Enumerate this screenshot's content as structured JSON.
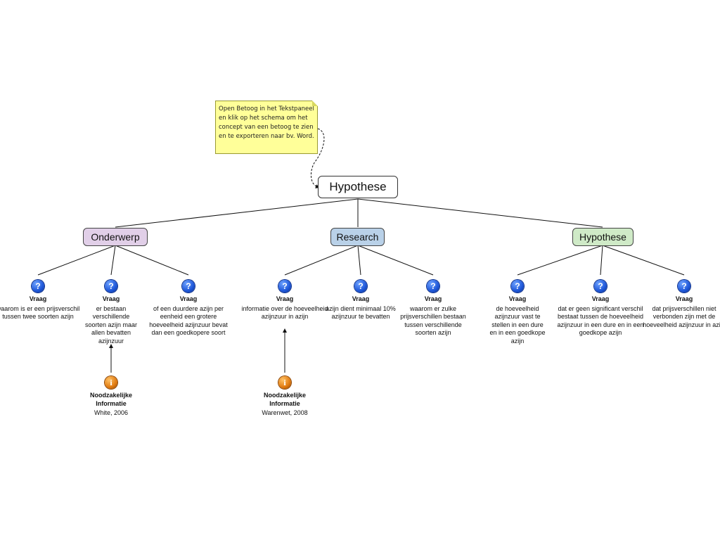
{
  "note": {
    "text": "Open Betoog in het Tekstpaneel en klik op het schema om het concept van een betoog te zien en te exporteren naar bv. Word."
  },
  "root": {
    "label": "Hypothese"
  },
  "colors": {
    "onderwerp": "#e1cfe8",
    "research": "#b9d1e8",
    "hypothese": "#cfeac7",
    "question_icon": "#1d56d8",
    "info_icon": "#e07a10",
    "note_bg": "#ffff99"
  },
  "branches": [
    {
      "label": "Onderwerp",
      "questions": [
        {
          "type": "Vraag",
          "text": "waarom is er een prijsverschil tussen twee soorten azijn"
        },
        {
          "type": "Vraag",
          "text": "er bestaan verschillende soorten azijn maar allen bevatten azijnzuur"
        },
        {
          "type": "Vraag",
          "text": "of een duurdere azijn per eenheid een grotere hoeveelheid azijnzuur bevat dan een goedkopere soort"
        }
      ],
      "info": {
        "type": "Noodzakelijke Informatie",
        "source": "White, 2006"
      }
    },
    {
      "label": "Research",
      "questions": [
        {
          "type": "Vraag",
          "text": "informatie over de hoeveelheid azijnzuur in azijn"
        },
        {
          "type": "Vraag",
          "text": "azijn dient minimaal 10% azijnzuur te bevatten"
        },
        {
          "type": "Vraag",
          "text": "waarom er zulke prijsverschillen bestaan tussen verschillende soorten azijn"
        }
      ],
      "info": {
        "type": "Noodzakelijke Informatie",
        "source": "Warenwet, 2008"
      }
    },
    {
      "label": "Hypothese",
      "questions": [
        {
          "type": "Vraag",
          "text": "de hoeveelheid azijnzuur vast te stellen in een dure en in een goedkope azijn"
        },
        {
          "type": "Vraag",
          "text": "dat er geen significant verschil bestaat tussen de hoeveelheid azijnzuur in een dure en in een goedkope azijn"
        },
        {
          "type": "Vraag",
          "text": "dat prijsverschillen niet verbonden zijn met de hoeveelheid azijnzuur in azijn"
        }
      ]
    }
  ],
  "icons": {
    "question": "?",
    "info": "i"
  }
}
